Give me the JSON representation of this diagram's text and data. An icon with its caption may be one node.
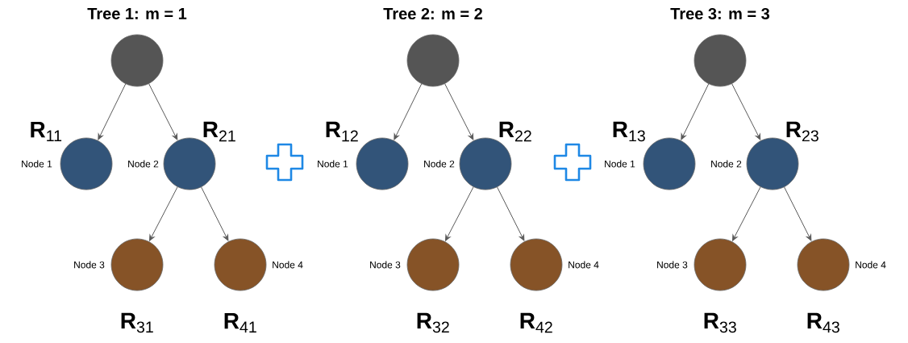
{
  "diagram": {
    "nodes": [
      {
        "text": [],
        "shape": "circle"
      },
      {
        "text": [],
        "shape": "circle",
        "beside": [
          "Node 1",
          "**R**$_{11}$"
        ]
      },
      {
        "text": [],
        "shape": "circle",
        "beside": [
          "Node 2",
          "**R**$_{21}$"
        ]
      },
      {
        "text": [],
        "shape": "circle",
        "beside": [
          "Node 3",
          "**R**$_{31}$"
        ]
      },
      {
        "text": [],
        "shape": "circle",
        "beside": [
          "Node 4",
          "**R**$_{41}$"
        ]
      },
      {
        "text": [],
        "shape": "circle"
      },
      {
        "text": [],
        "shape": "circle",
        "beside": [
          "Node 1",
          "**R**$_{12}$"
        ]
      },
      {
        "text": [],
        "shape": "circle",
        "beside": [
          "Node 2",
          "**R**$_{22}$"
        ]
      },
      {
        "text": [],
        "shape": "circle",
        "beside": [
          "Node 3",
          "**R**$_{32}$"
        ]
      },
      {
        "text": [],
        "shape": "circle",
        "beside": [
          "Node 4",
          "**R**$_{42}$"
        ]
      },
      {
        "text": [],
        "shape": "circle"
      },
      {
        "text": [],
        "shape": "circle",
        "beside": [
          "Node 1",
          "**R**$_{13}$"
        ]
      },
      {
        "text": [],
        "shape": "circle",
        "beside": [
          "Node 2",
          "**R**$_{23}$"
        ]
      },
      {
        "text": [],
        "shape": "circle",
        "beside": [
          "Node 3",
          "**R**$_{33}$"
        ]
      },
      {
        "text": [],
        "shape": "circle",
        "beside": [
          "Node 4",
          "**R**$_{43}$"
        ]
      }
    ],
    "edges": [
      {
        "from": 0,
        "to": 1,
        "arrow": "to"
      },
      {
        "from": 0,
        "to": 2,
        "arrow": "to"
      },
      {
        "from": 2,
        "to": 3,
        "arrow": "to"
      },
      {
        "from": 2,
        "to": 4,
        "arrow": "to"
      },
      {
        "from": 5,
        "to": 6,
        "arrow": "to"
      },
      {
        "from": 5,
        "to": 7,
        "arrow": "to"
      },
      {
        "from": 7,
        "to": 8,
        "arrow": "to"
      },
      {
        "from": 7,
        "to": 9,
        "arrow": "to"
      },
      {
        "from": 10,
        "to": 11,
        "arrow": "to"
      },
      {
        "from": 10,
        "to": 12,
        "arrow": "to"
      },
      {
        "from": 12,
        "to": 13,
        "arrow": "to"
      },
      {
        "from": 12,
        "to": 14,
        "arrow": "to"
      }
    ],
    "labels": [
      "Tree 1: m = 1",
      "Tree 2: m = 2",
      "Tree 3: m = 3"
    ]
  }
}
